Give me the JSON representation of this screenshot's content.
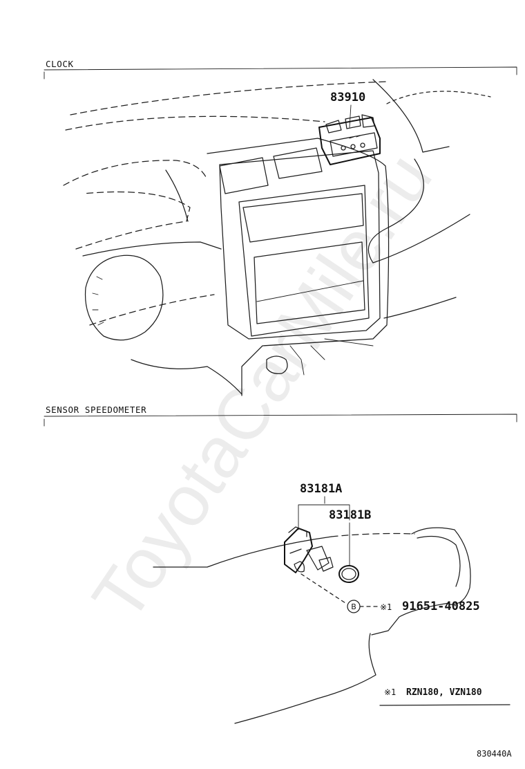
{
  "watermark": "ToyotaCarMile.ru",
  "sections": {
    "clock": {
      "title": "CLOCK",
      "part_number": "83910"
    },
    "sensor": {
      "title": "SENSOR SPEEDOMETER",
      "part_a": "83181A",
      "part_b": "83181B",
      "bolt_mark": "B",
      "bolt_ref_symbol": "※1",
      "bolt_number": "91651-40825"
    }
  },
  "footnote": {
    "symbol": "※1",
    "text": "RZN180, VZN180"
  },
  "figure_code": "830440A"
}
